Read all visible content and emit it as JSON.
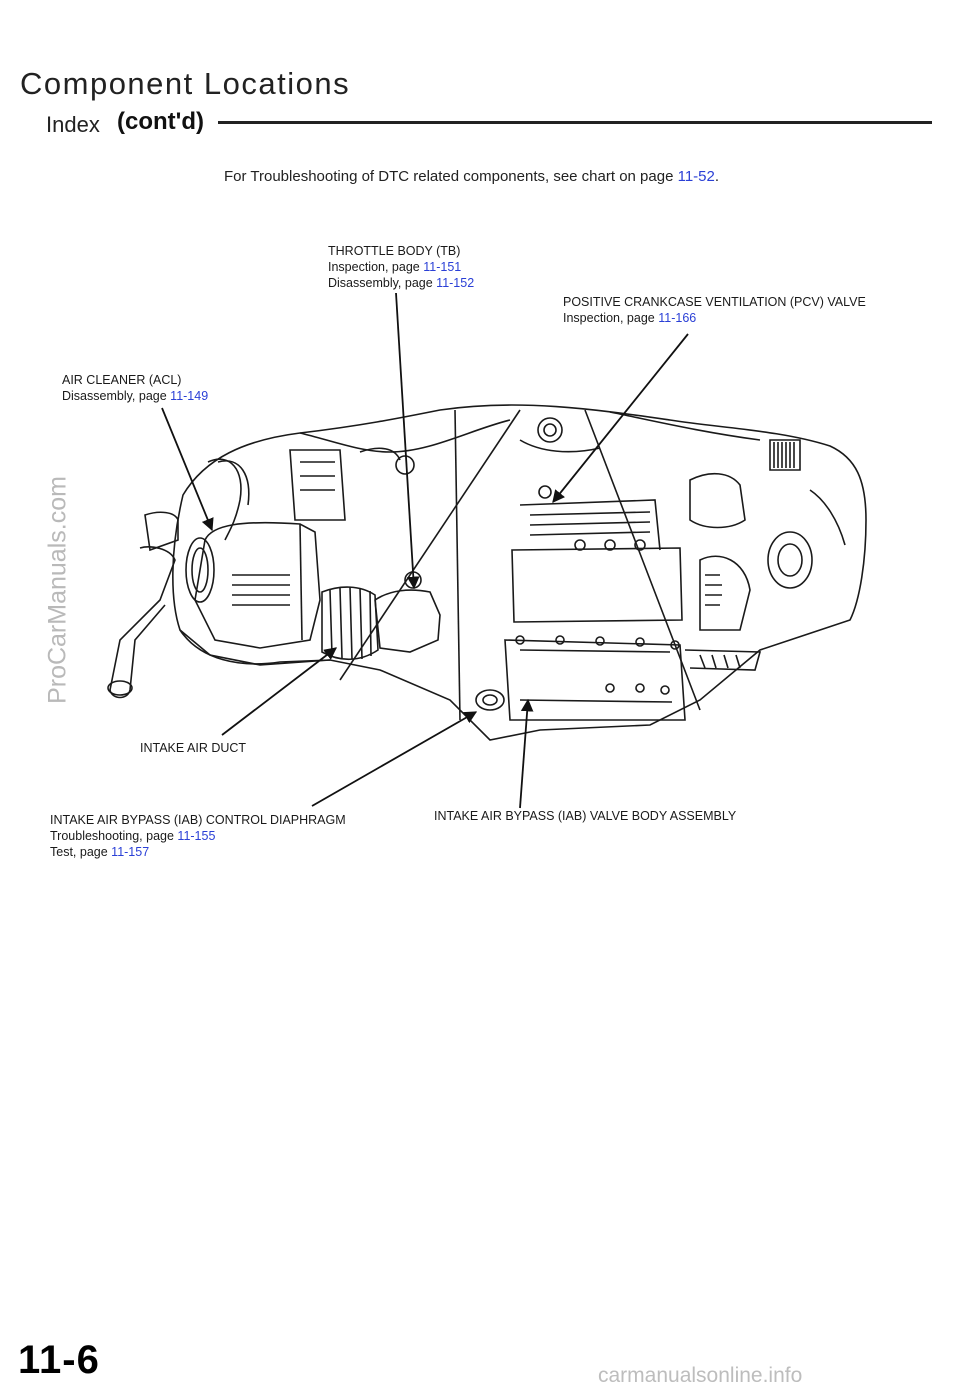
{
  "header": {
    "title": "Component Locations",
    "subtitle": "Index",
    "contd": "(cont'd)"
  },
  "note": {
    "text": "For Troubleshooting of DTC related components, see chart on page",
    "page": "11-52",
    "end": "."
  },
  "callouts": {
    "throttle_body": {
      "title": "THROTTLE BODY (TB)",
      "line1_text": "Inspection, page",
      "line1_page": "11-151",
      "line2_text": "Disassembly, page",
      "line2_page": "11-152"
    },
    "pcv_valve": {
      "title": "POSITIVE CRANKCASE VENTILATION (PCV) VALVE",
      "line1_text": "Inspection, page",
      "line1_page": "11-166"
    },
    "air_cleaner": {
      "title": "AIR CLEANER (ACL)",
      "line1_text": "Disassembly, page",
      "line1_page": "11-149"
    },
    "intake_air_duct": {
      "title": "INTAKE AIR DUCT"
    },
    "iab_diaphragm": {
      "title": "INTAKE AIR BYPASS (IAB) CONTROL DIAPHRAGM",
      "line1_text": "Troubleshooting, page",
      "line1_page": "11-155",
      "line2_text": "Test, page",
      "line2_page": "11-157"
    },
    "iab_valve_body": {
      "title": "INTAKE AIR BYPASS (IAB) VALVE BODY ASSEMBLY"
    }
  },
  "watermark": "ProCarManuals.com",
  "page_number": "11-6",
  "footer": "carmanualsonline.info",
  "colors": {
    "link": "#2a3fd6",
    "ink": "#1a1a1a",
    "watermark": "#b9b9b9"
  }
}
